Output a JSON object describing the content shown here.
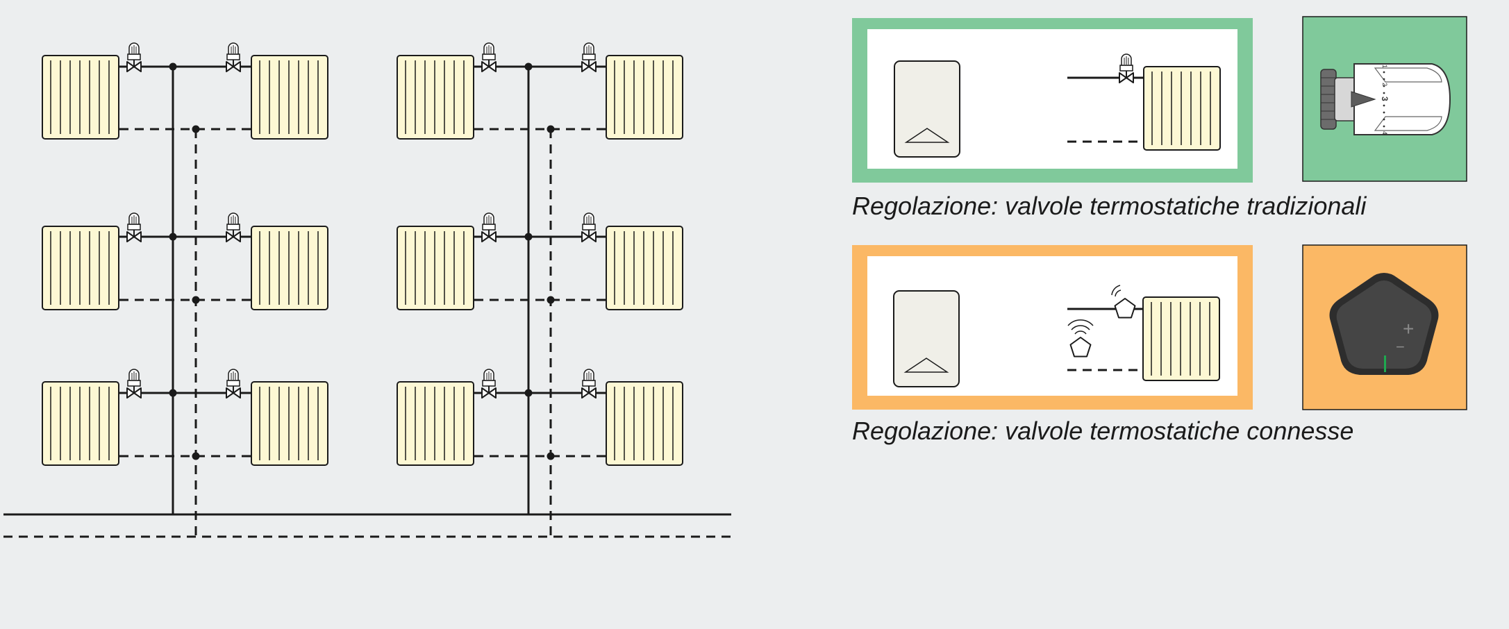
{
  "colors": {
    "background": "#eceeef",
    "radiator_fill": "#fdf8d4",
    "panel_traditional": "#80c99b",
    "panel_connected": "#fbb865",
    "line": "#1a1a1a",
    "boiler_fill": "#f0efe8",
    "device_dark": "#3d3d3d",
    "led": "#1ea84f"
  },
  "icons": {
    "radiator": "radiator-icon",
    "thermostatic_valve": "thermostatic-valve-icon",
    "boiler": "boiler-icon",
    "smart_valve": "smart-valve-icon",
    "smart_thermostat": "smart-thermostat-icon",
    "thermostatic_head": "thermostatic-head-icon"
  },
  "legend": {
    "traditional": {
      "caption": "Regolazione: valvole termostatiche tradizionali"
    },
    "connected": {
      "caption": "Regolazione: valvole termostatiche connesse"
    }
  },
  "thermostatic_head_scale": [
    "1",
    "2",
    "3",
    "4"
  ],
  "smart_thermostat_controls": {
    "plus": "+",
    "minus": "−"
  }
}
